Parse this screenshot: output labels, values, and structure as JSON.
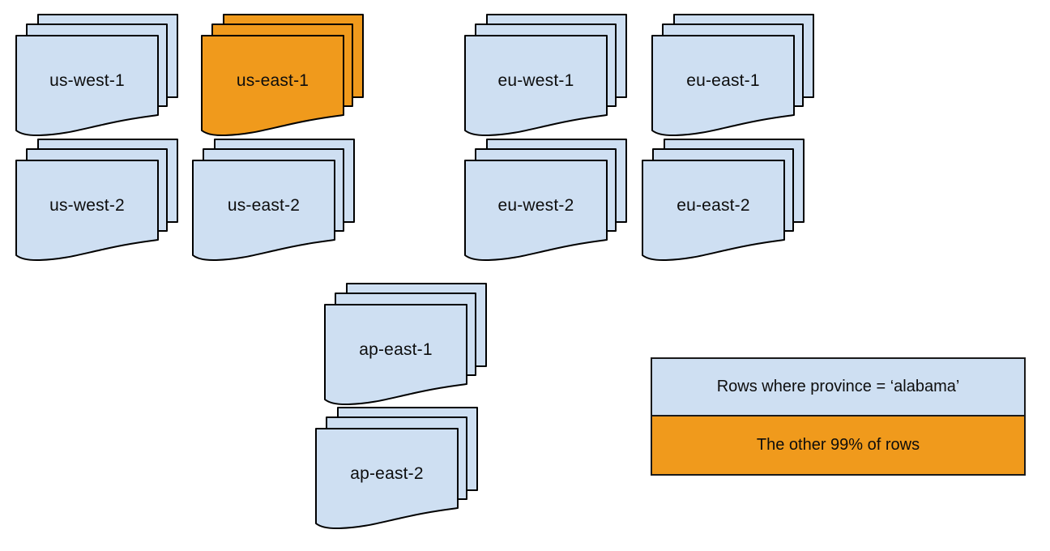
{
  "page": {
    "background": "#ffffff"
  },
  "colors": {
    "doc-blue": "#cedff2",
    "doc-orange": "#f09a1c",
    "stroke": "#000000",
    "text": "#0d0d0d",
    "legend-border": "#1a1a1a"
  },
  "diagram": {
    "stacks": [
      {
        "id": "us-west-1",
        "label": "us-west-1",
        "variant": "blue"
      },
      {
        "id": "us-east-1",
        "label": "us-east-1",
        "variant": "orange"
      },
      {
        "id": "eu-west-1",
        "label": "eu-west-1",
        "variant": "blue"
      },
      {
        "id": "eu-east-1",
        "label": "eu-east-1",
        "variant": "blue"
      },
      {
        "id": "us-west-2",
        "label": "us-west-2",
        "variant": "blue"
      },
      {
        "id": "us-east-2",
        "label": "us-east-2",
        "variant": "blue"
      },
      {
        "id": "eu-west-2",
        "label": "eu-west-2",
        "variant": "blue"
      },
      {
        "id": "eu-east-2",
        "label": "eu-east-2",
        "variant": "blue"
      },
      {
        "id": "ap-east-1",
        "label": "ap-east-1",
        "variant": "blue"
      },
      {
        "id": "ap-east-2",
        "label": "ap-east-2",
        "variant": "blue"
      }
    ],
    "legend": {
      "items": [
        {
          "label": "Rows where province = ‘alabama’",
          "variant": "blue",
          "color": "#cedff2"
        },
        {
          "label": "The other 99% of rows",
          "variant": "orange",
          "color": "#f09a1c"
        }
      ]
    }
  }
}
